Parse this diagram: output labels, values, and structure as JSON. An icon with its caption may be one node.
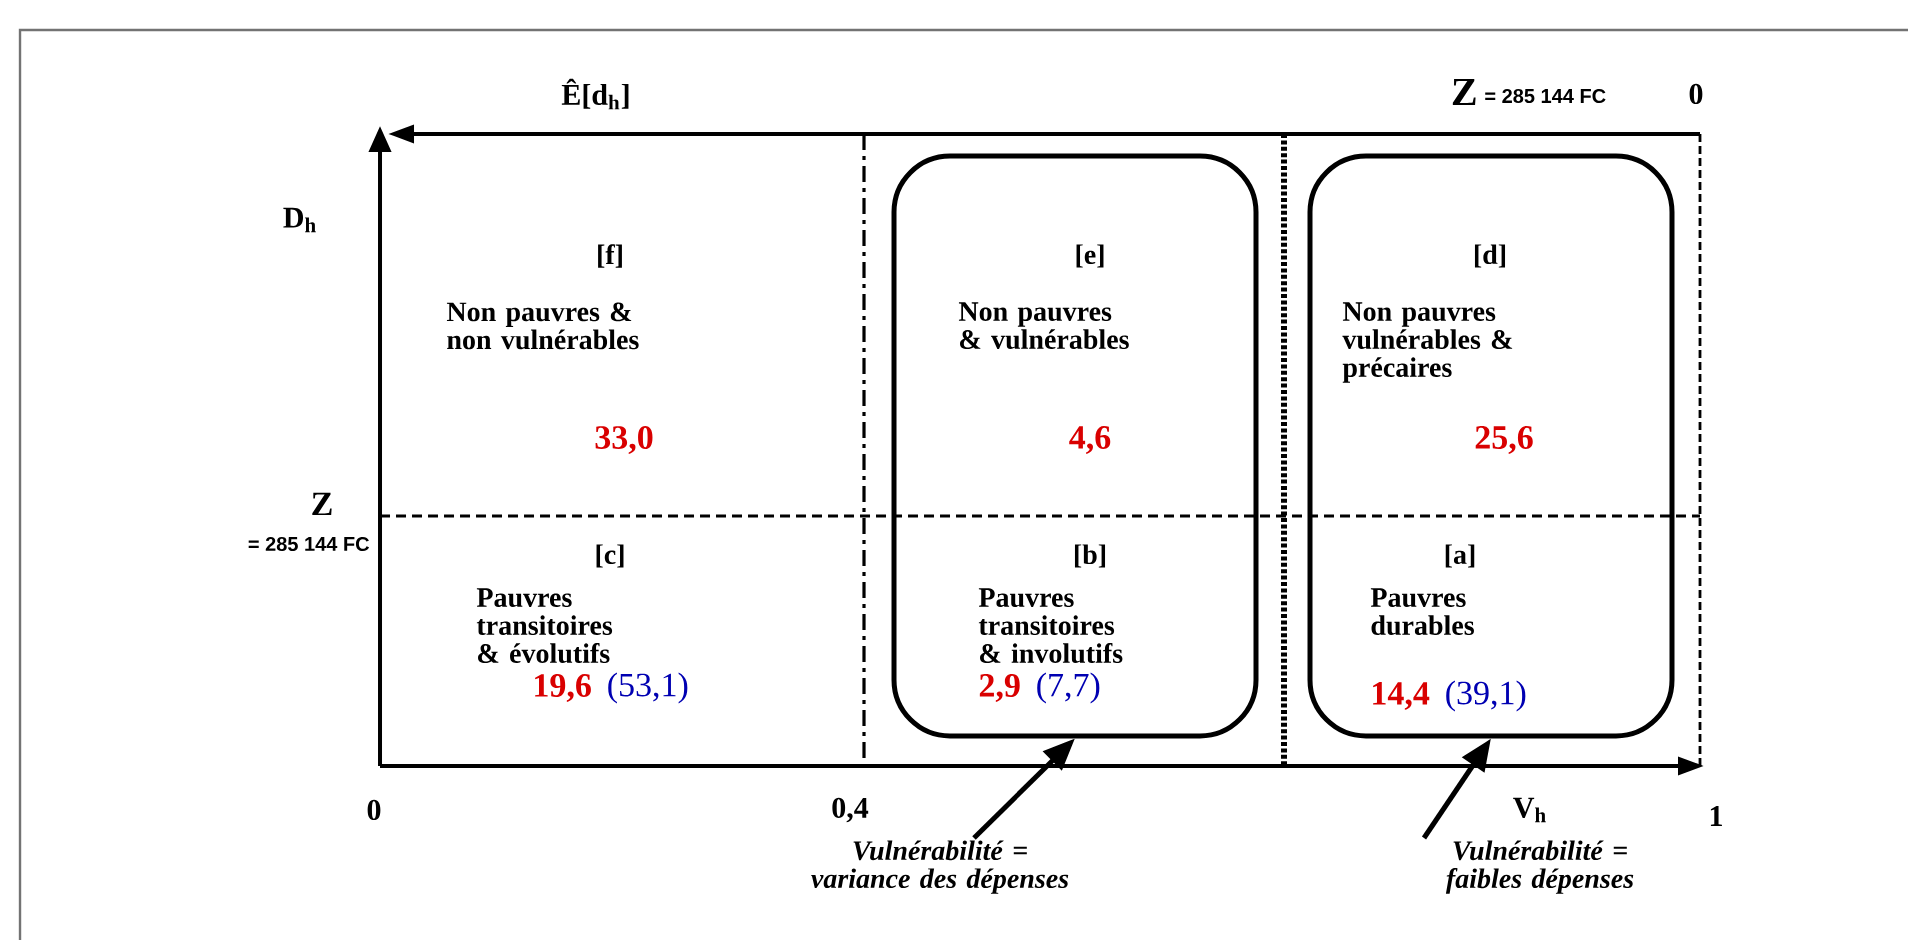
{
  "diagram": {
    "nodes": [
      {
        "text": [
          "[f]",
          "Non pauvres & non vulnérables",
          "33,0"
        ]
      },
      {
        "text": [],
        "shape": "box"
      },
      {
        "text": [
          "[e]",
          "Non pauvres & vulnérables",
          "4,6"
        ],
        "in": 1
      },
      {
        "text": [],
        "shape": "box"
      },
      {
        "text": [
          "[d]",
          "Non pauvres vulnérables & précaires",
          "25,6"
        ],
        "in": 3
      },
      {
        "text": [
          "[c]",
          "Pauvres transitoires & évolutifs",
          "19,6",
          "(53,1)"
        ]
      },
      {
        "text": [
          "[b]",
          "Pauvres transitoires & involutifs",
          "2,9",
          "(7,7)"
        ],
        "in": 1
      },
      {
        "text": [
          "[a]",
          "Pauvres durables",
          "14,4",
          "(39,1)"
        ],
        "in": 3
      },
      {
        "text": [
          "Vulnérabilité = variance des dépenses"
        ]
      },
      {
        "text": [
          "Vulnérabilité = faibles dépenses"
        ]
      }
    ],
    "edges": [
      {
        "from": 8,
        "to": 1,
        "arrow": "to"
      },
      {
        "from": 9,
        "to": 3,
        "arrow": "to"
      }
    ],
    "labels": [
      "Ê[d$_{h}$]",
      "Z",
      "= 285 144 FC",
      "0",
      "D$_{h}$",
      "Z",
      "= 285 144 FC",
      "0",
      "0,4",
      "V$_{h}$",
      "1"
    ]
  }
}
